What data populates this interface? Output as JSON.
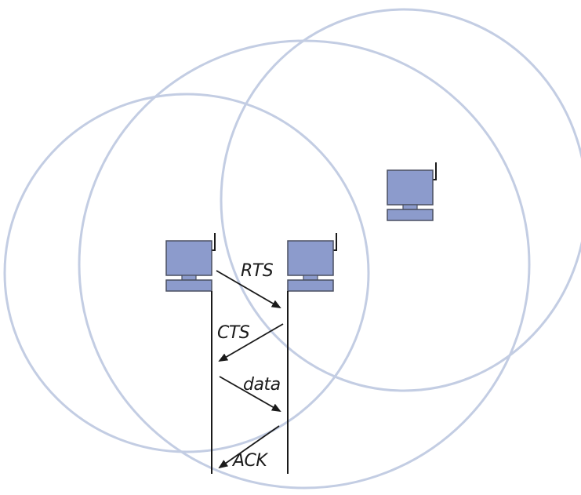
{
  "diagram": {
    "colors": {
      "range_circle": "#c3cde3",
      "computer_fill": "#8c9bcc",
      "computer_stroke": "#4a4f60",
      "line": "#1a1a1a"
    },
    "nodes": [
      {
        "name": "sender-computer",
        "icon": "computer-with-antenna-icon"
      },
      {
        "name": "receiver-computer",
        "icon": "computer-with-antenna-icon"
      },
      {
        "name": "hidden-computer",
        "icon": "computer-with-antenna-icon"
      }
    ],
    "messages": [
      {
        "label": "RTS",
        "direction": "sender-to-receiver"
      },
      {
        "label": "CTS",
        "direction": "receiver-to-sender"
      },
      {
        "label": "data",
        "direction": "sender-to-receiver"
      },
      {
        "label": "ACK",
        "direction": "receiver-to-sender"
      }
    ]
  }
}
